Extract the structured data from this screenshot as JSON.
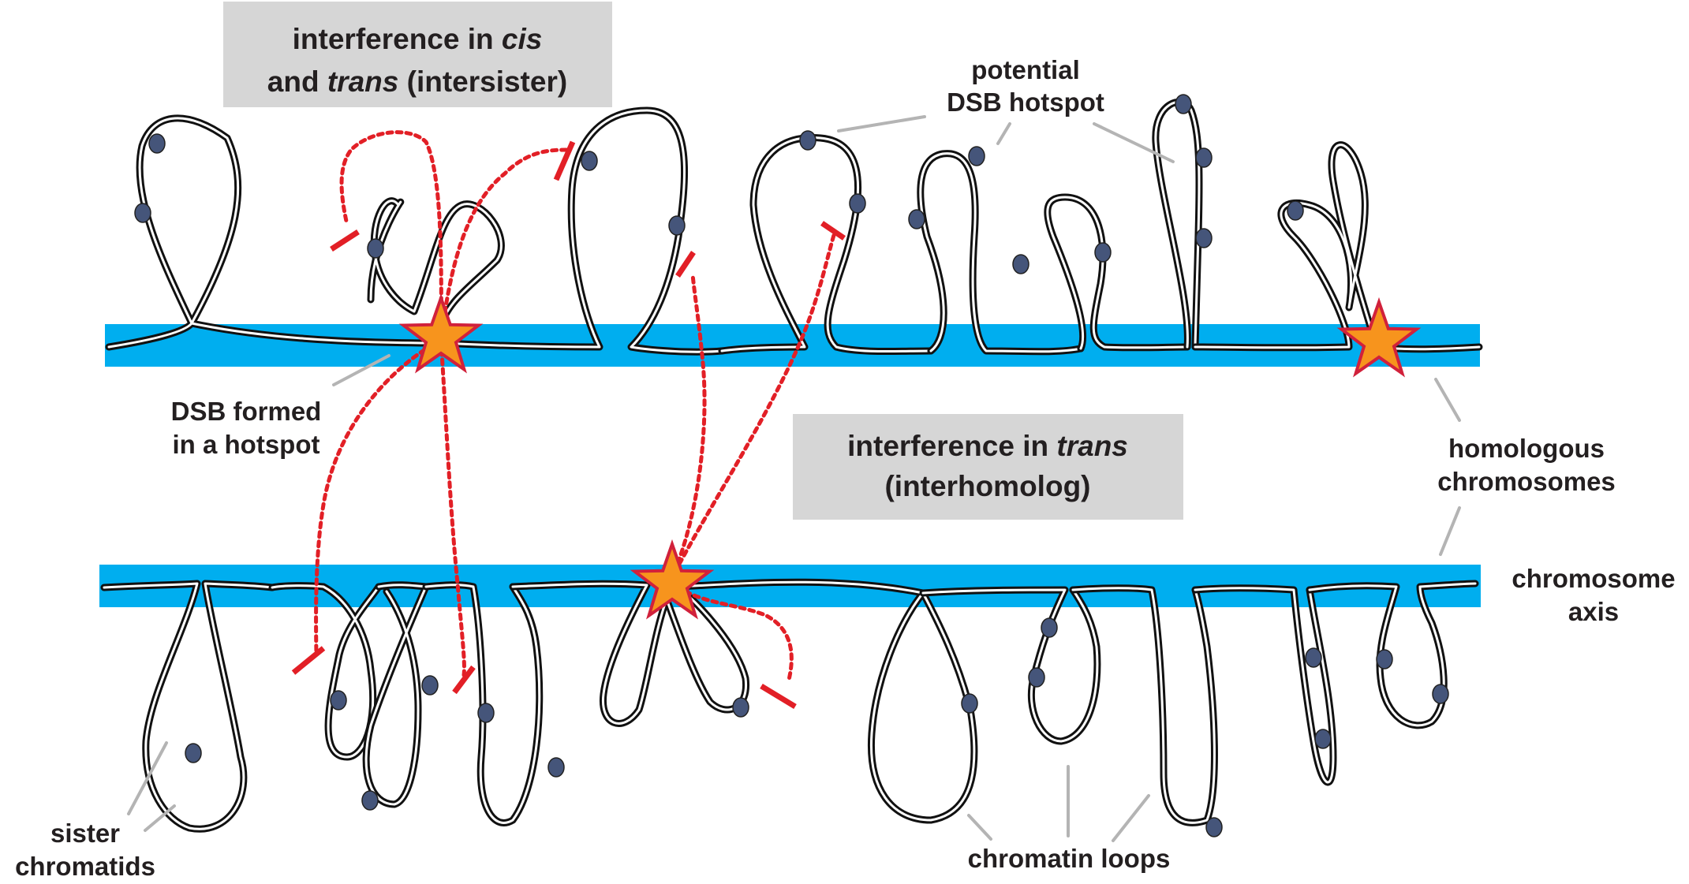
{
  "colors": {
    "axis": "#00aeef",
    "chromatin": "#111111",
    "hotspot": "#45557a",
    "dsb_star_fill": "#f7941d",
    "dsb_star_outline": "#d1213b",
    "interference": "#e21f26",
    "label_box": "#d6d6d6",
    "leader_line": "#b4b4b4"
  },
  "labels": {
    "box_cis_line1_a": "interference in ",
    "box_cis_line1_b": "cis",
    "box_cis_line2_a": "and ",
    "box_cis_line2_b": "trans",
    "box_cis_line2_c": " (intersister)",
    "box_trans_line1_a": "interference in ",
    "box_trans_line1_b": "trans",
    "box_trans_line2": "(interhomolog)",
    "hotspot_line1": "potential",
    "hotspot_line2": "DSB hotspot",
    "dsb_line1": "DSB formed",
    "dsb_line2": "in a hotspot",
    "homologous_line1": "homologous",
    "homologous_line2": "chromosomes",
    "axis_line1": "chromosome",
    "axis_line2": "axis",
    "sister_line1": "sister",
    "sister_line2": "chromatids",
    "loops": "chromatin loops"
  }
}
